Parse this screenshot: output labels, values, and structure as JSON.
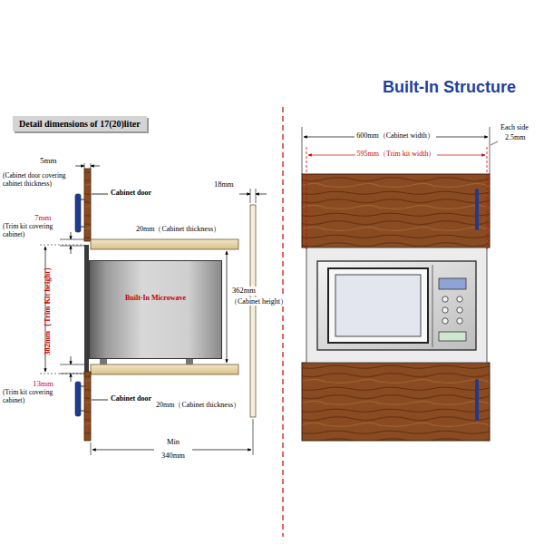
{
  "diagram": {
    "title": "Built-In Structure",
    "nodes": [
      {
        "text": [
          "Detail dimensions of 17(20)liter"
        ]
      },
      {
        "text": [
          "Built-In Microwave"
        ]
      }
    ],
    "labels": [
      "5mm",
      "(Cabinet door covering cabinet thickness)",
      "Cabinet door",
      "18mm",
      "20mm（Cabinet thickness）",
      "7mm",
      "(Trim kit covering cabinet)",
      "382mm（Trim Kit height）",
      "362mm",
      "（Cabinet height）",
      "13mm",
      "(Trim kit covering cabinet)",
      "Cabinet door",
      "20mm（Cabinet thickness）",
      "Min",
      "340mm",
      "600mm（Cabinet width）",
      "Each side",
      "2.5mm",
      "595mm（Trim kit width）"
    ]
  }
}
